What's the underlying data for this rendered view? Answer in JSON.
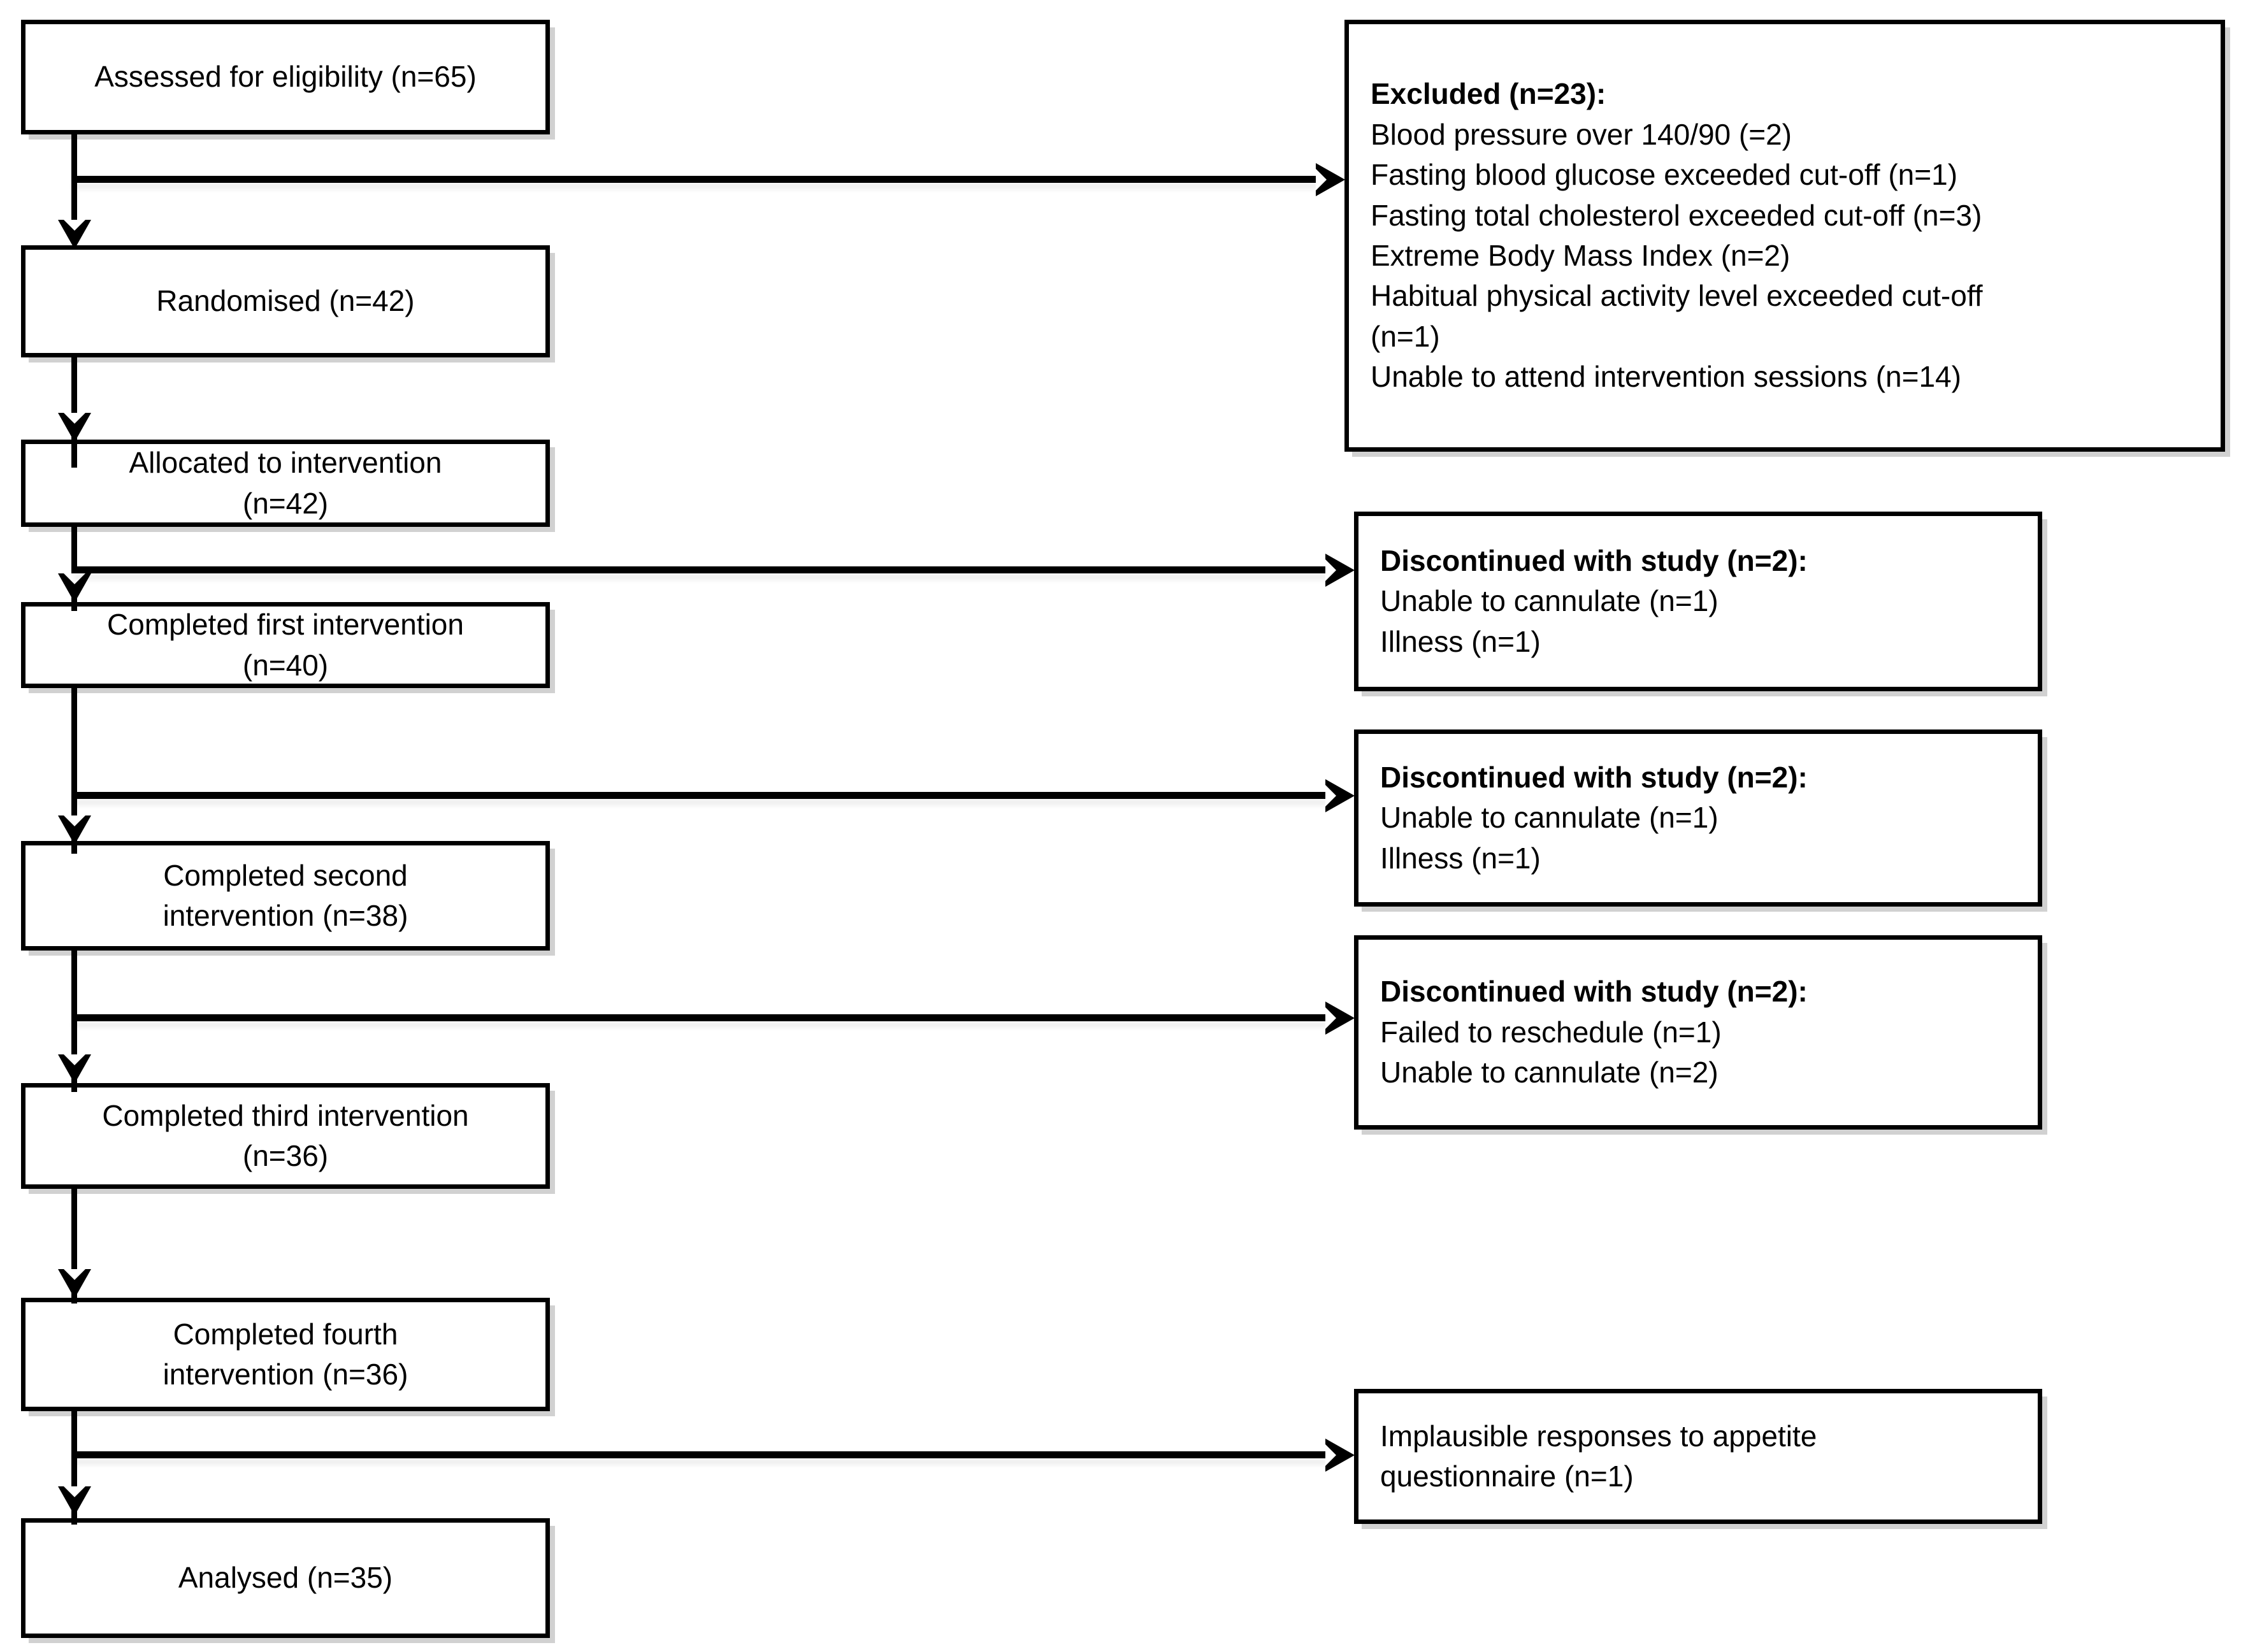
{
  "diagram": {
    "type": "consort-flow-diagram",
    "colors": {
      "box_border": "#000000",
      "box_fill": "#ffffff",
      "text": "#000000",
      "connector": "#000000"
    },
    "flow_nodes": [
      {
        "id": "assessed",
        "lines": [
          "Assessed for eligibility (n=65)"
        ]
      },
      {
        "id": "randomised",
        "lines": [
          "Randomised (n=42)"
        ]
      },
      {
        "id": "allocated",
        "lines": [
          "Allocated to intervention",
          "(n=42)"
        ]
      },
      {
        "id": "first",
        "lines": [
          "Completed first intervention",
          "(n=40)"
        ]
      },
      {
        "id": "second",
        "lines": [
          "Completed second",
          "intervention (n=38)"
        ]
      },
      {
        "id": "third",
        "lines": [
          "Completed third intervention",
          "(n=36)"
        ]
      },
      {
        "id": "fourth",
        "lines": [
          "Completed fourth",
          "intervention (n=36)"
        ]
      },
      {
        "id": "analysed",
        "lines": [
          "Analysed (n=35)"
        ]
      }
    ],
    "side_nodes": [
      {
        "id": "excluded",
        "heading": "Excluded (n=23):",
        "items": [
          "Blood pressure over 140/90 (=2)",
          "Fasting blood glucose exceeded cut-off (n=1)",
          "Fasting total cholesterol exceeded cut-off (n=3)",
          "Extreme Body Mass Index (n=2)",
          "Habitual physical activity level exceeded cut-off",
          "(n=1)",
          "Unable to attend intervention sessions (n=14)"
        ]
      },
      {
        "id": "discontinued-1",
        "heading": "Discontinued with study (n=2):",
        "items": [
          "Unable to cannulate (n=1)",
          "Illness (n=1)"
        ]
      },
      {
        "id": "discontinued-2",
        "heading": "Discontinued with study (n=2):",
        "items": [
          "Unable to cannulate (n=1)",
          "Illness (n=1)"
        ]
      },
      {
        "id": "discontinued-3",
        "heading": "Discontinued with study (n=2):",
        "items": [
          "Failed to reschedule (n=1)",
          "Unable to cannulate (n=2)"
        ]
      },
      {
        "id": "implausible",
        "heading": "",
        "items": [
          "Implausible responses to appetite",
          "questionnaire (n=1)"
        ]
      }
    ]
  }
}
